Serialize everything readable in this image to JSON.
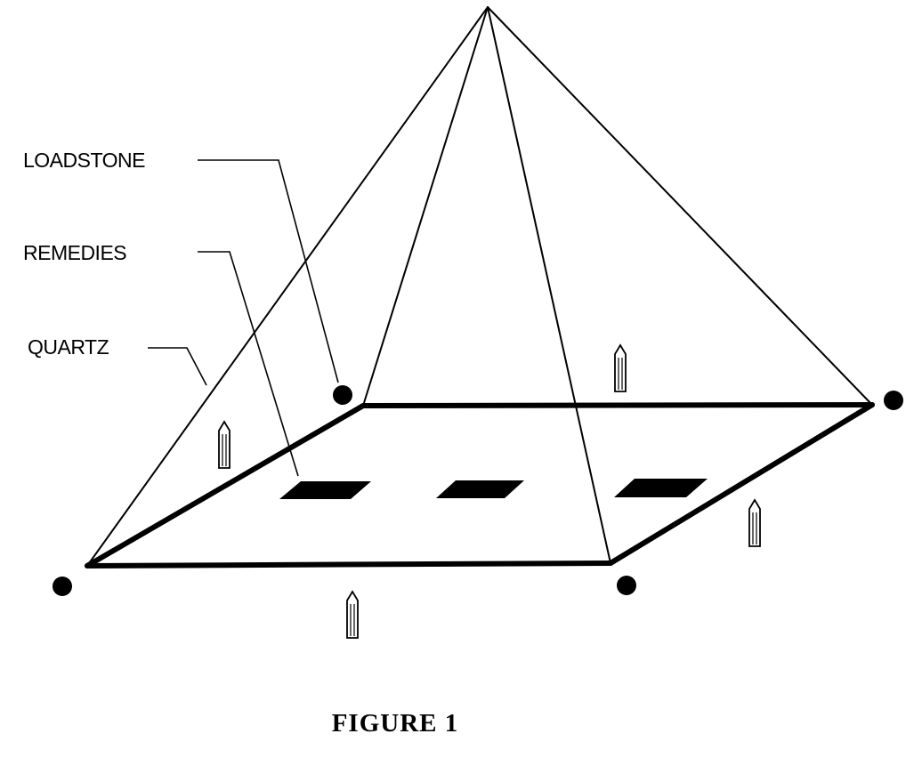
{
  "labels": {
    "loadstone": "LOADSTONE",
    "remedies": "REMEDIES",
    "quartz": "QUARTZ"
  },
  "caption": "FIGURE 1",
  "colors": {
    "ink": "#000000",
    "background": "#ffffff"
  }
}
